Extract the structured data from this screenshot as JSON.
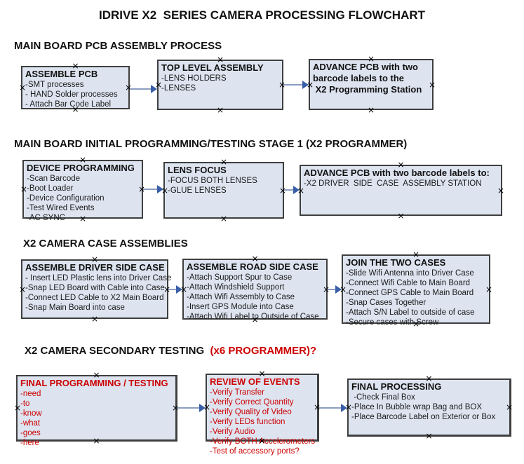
{
  "title": "IDRIVE X2  SERIES CAMERA PROCESSING FLOWCHART",
  "glyphs": {
    "anchor": "×"
  },
  "colors": {
    "box_fill": "#dde4f0",
    "box_border": "#3f3f3f",
    "arrow_line": "#8b9dc0",
    "arrow_head": "#3a5fa8",
    "red_text": "#cc0000"
  },
  "sections": [
    {
      "heading": "MAIN BOARD PCB ASSEMBLY PROCESS",
      "heading_red": "",
      "boxes": [
        {
          "title": "ASSEMBLE PCB",
          "items": [
            "-SMT processes",
            "- HAND Solder processes",
            "- Attach Bar Code Label"
          ]
        },
        {
          "title": "TOP LEVEL ASSEMBLY",
          "items": [
            "-LENS HOLDERS",
            "-LENSES"
          ]
        },
        {
          "title": "",
          "items": [
            "ADVANCE PCB with two",
            "barcode labels to the",
            " X2 Programming Station"
          ]
        }
      ]
    },
    {
      "heading": "MAIN BOARD INITIAL PROGRAMMING/TESTING STAGE 1 (X2 PROGRAMMER)",
      "heading_red": "",
      "boxes": [
        {
          "title": "DEVICE PROGRAMMING",
          "items": [
            "-Scan Barcode",
            "-Boot Loader",
            "-Device Configuration",
            "-Test Wired Events",
            "-AC SYNC"
          ]
        },
        {
          "title": "LENS FOCUS",
          "items": [
            "-FOCUS BOTH LENSES",
            "-GLUE LENSES"
          ]
        },
        {
          "title": "ADVANCE PCB with two barcode labels to:",
          "items": [
            "-X2 DRIVER  SIDE  CASE  ASSEMBLY STATION"
          ]
        }
      ]
    },
    {
      "heading": "X2 CAMERA CASE ASSEMBLIES",
      "heading_red": "",
      "boxes": [
        {
          "title": "ASSEMBLE DRIVER SIDE CASE",
          "items": [
            "- Insert LED Plastic lens into Driver Case",
            "-Snap LED Board with Cable into Case",
            "-Connect LED Cable to X2 Main Board",
            "-Snap Main Board into case"
          ]
        },
        {
          "title": "ASSEMBLE ROAD SIDE CASE",
          "items": [
            "-Attach Support Spur to Case",
            "-Attach Windshield Support",
            "-Attach Wifi Assembly to Case",
            "-Insert GPS Module into Case",
            "-Attach Wifi Label to Outside of Case"
          ]
        },
        {
          "title": "JOIN THE TWO CASES",
          "items": [
            "-Slide Wifi Antenna into Driver Case",
            "-Connect Wifi Cable to Main Board",
            "-Connect GPS Cable to Main Board",
            "-Snap Cases Together",
            "-Attach S/N Label to outside of case",
            "-Secure cases with Screw"
          ]
        }
      ]
    },
    {
      "heading": "X2 CAMERA SECONDARY TESTING  ",
      "heading_red": "(x6 PROGRAMMER)?",
      "boxes": [
        {
          "title": "FINAL PROGRAMMING / TESTING",
          "items": [
            "-need",
            "-to",
            "-know",
            "-what",
            "-goes",
            "-here"
          ]
        },
        {
          "title": "REVIEW OF EVENTS",
          "items": [
            "-Verify Transfer",
            "-Verify Correct Quantity",
            "-Verify Quality of Video",
            "-Verify LEDs function",
            "-Verify Audio",
            "-Verify BOTH Accelerometers",
            "-Test of accessory ports?"
          ]
        },
        {
          "title": "FINAL PROCESSING",
          "items": [
            " -Check Final Box",
            "-Place In Bubble wrap Bag and BOX",
            "-Place Barcode Label on Exterior or Box"
          ]
        }
      ]
    }
  ]
}
